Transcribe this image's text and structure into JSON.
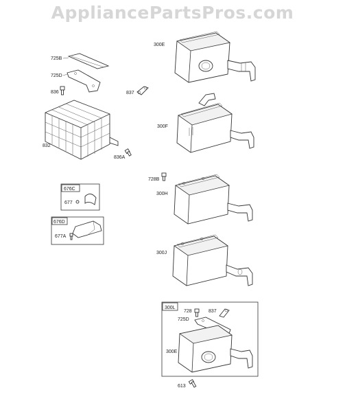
{
  "watermark": "AppliancePartsPros.com",
  "labels": {
    "l300e": "300E",
    "l725b": "725B",
    "l725d": "725D",
    "l836": "836",
    "l837": "837",
    "l300f": "300F",
    "l832": "832",
    "l836a": "836A",
    "l728b": "728B",
    "l300h": "300H",
    "l676c": "676C",
    "l677": "677",
    "l676d": "676D",
    "l677a": "677A",
    "l300j": "300J",
    "l300l": "300L",
    "l728": "728",
    "l837b": "837",
    "l725d2": "725D",
    "l300e2": "300E",
    "l613": "613"
  }
}
